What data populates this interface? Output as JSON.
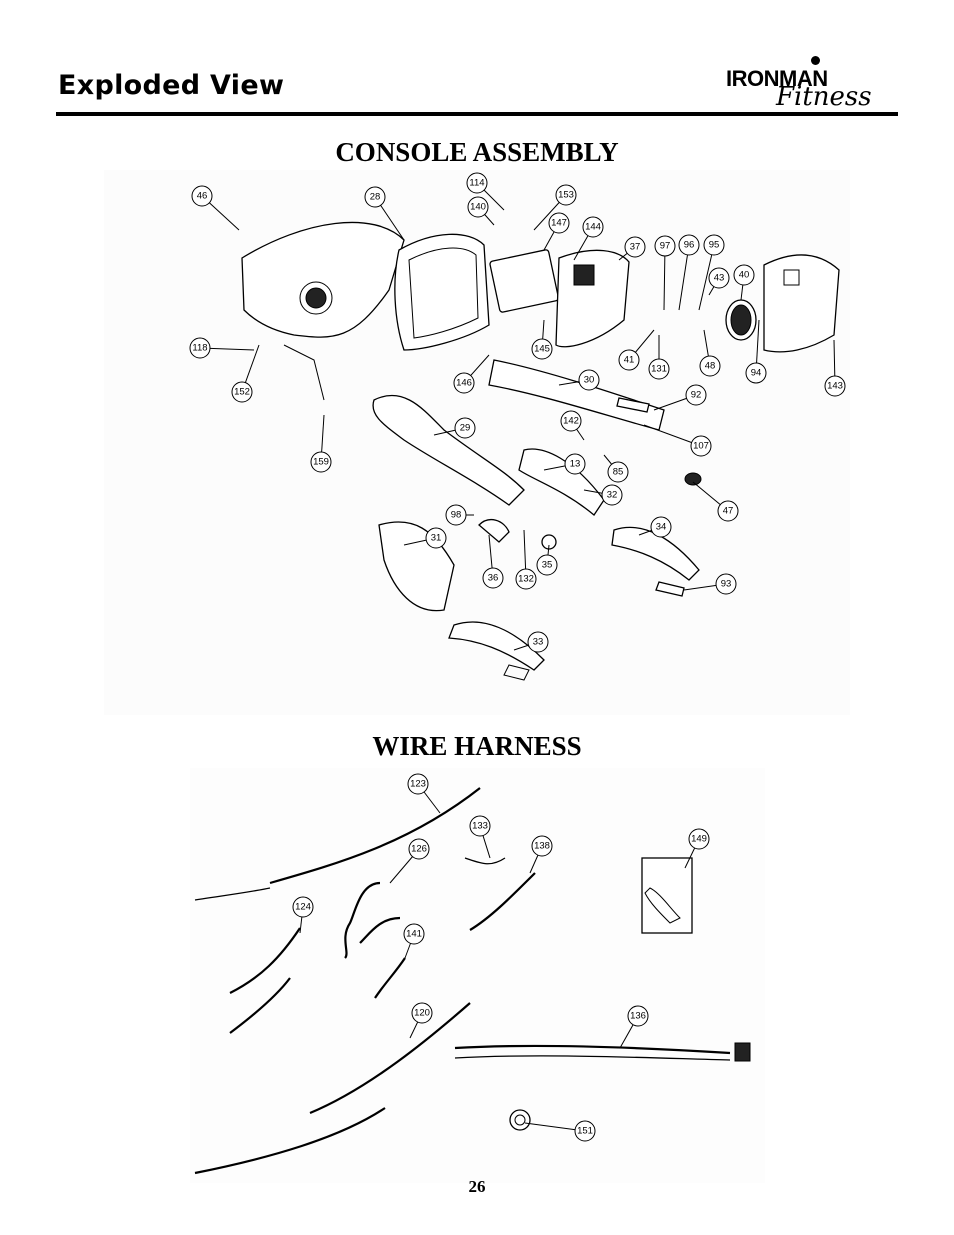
{
  "header": {
    "title": "Exploded View",
    "logo_main": "IRONMAN",
    "logo_sub": "Fitness"
  },
  "sections": {
    "console_title": "CONSOLE ASSEMBLY",
    "wire_title": "WIRE HARNESS"
  },
  "console_callouts": [
    "46",
    "28",
    "114",
    "140",
    "153",
    "147",
    "144",
    "37",
    "97",
    "96",
    "95",
    "43",
    "40",
    "118",
    "152",
    "159",
    "146",
    "145",
    "30",
    "29",
    "142",
    "13",
    "85",
    "92",
    "107",
    "41",
    "131",
    "48",
    "94",
    "143",
    "47",
    "32",
    "98",
    "31",
    "34",
    "36",
    "132",
    "35",
    "93",
    "33"
  ],
  "wire_callouts": [
    "123",
    "133",
    "126",
    "138",
    "124",
    "141",
    "149",
    "120",
    "136",
    "151"
  ],
  "footer": {
    "page_number": "26"
  }
}
